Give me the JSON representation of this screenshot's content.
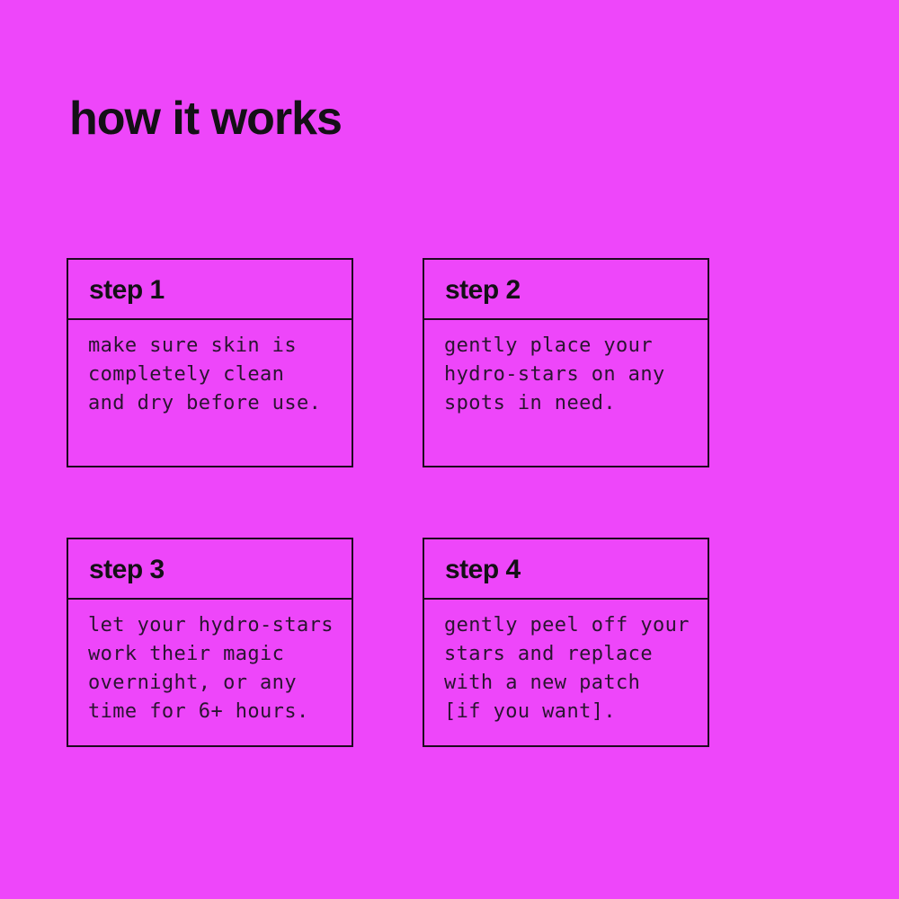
{
  "page": {
    "title": "how it works"
  },
  "colors": {
    "background": "#ee46fa",
    "border": "#1e0a20",
    "title_text": "#141016",
    "body_text": "#2a1430"
  },
  "steps": [
    {
      "label": "step 1",
      "description": "make sure skin is\ncompletely clean\nand dry before use."
    },
    {
      "label": "step 2",
      "description": "gently place your\nhydro-stars on any\nspots in need."
    },
    {
      "label": "step 3",
      "description": "let your hydro-stars\nwork their magic\novernight, or any\ntime for 6+ hours."
    },
    {
      "label": "step 4",
      "description": "gently peel off your\nstars and replace\nwith a new patch\n[if you want]."
    }
  ]
}
